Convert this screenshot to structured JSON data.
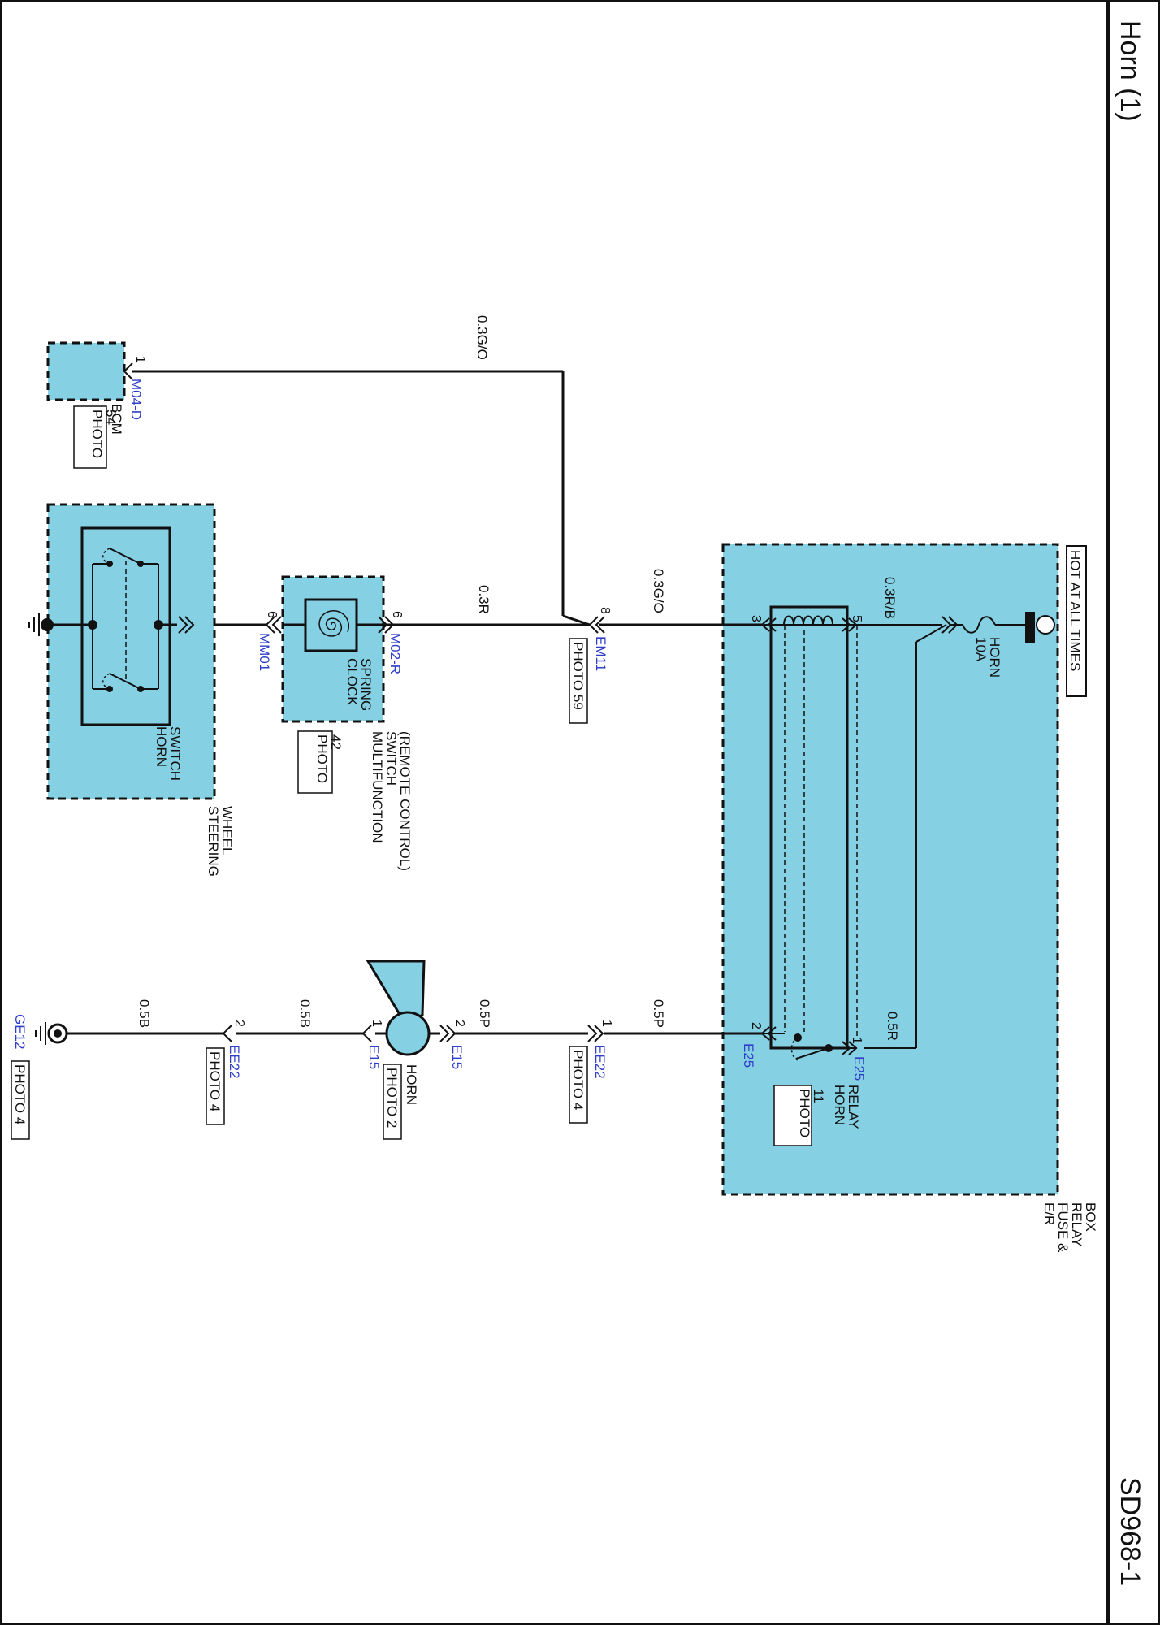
{
  "page": {
    "title": "Horn (1)",
    "code": "SD968-1",
    "hot_label": "HOT AT ALL TIMES",
    "colors": {
      "module_fill": "#86d0e3",
      "connector_text": "#2f3fc9",
      "line": "#111111"
    }
  },
  "fuse": {
    "name": "HORN",
    "rating": "10A"
  },
  "fuse_box": {
    "line1": "E/R",
    "line2": "FUSE &",
    "line3": "RELAY",
    "line4": "BOX"
  },
  "relay": {
    "line1": "HORN",
    "line2": "RELAY",
    "photo_line1": "PHOTO",
    "photo_line2": "11",
    "connector": "E25",
    "pins": [
      "5",
      "3",
      "1",
      "2"
    ]
  },
  "wires": {
    "fuse_relay": "0.3R/B",
    "relay_em11": "0.3G/O",
    "em11_clock": "0.3R",
    "em11_bcm": "0.3G/O",
    "relay_feed": "0.5R",
    "relay_ee22": "0.5P",
    "ee22_horn": "0.5P",
    "horn_ee22": "0.5B",
    "ee22_ground": "0.5B"
  },
  "em11": {
    "connector": "EM11",
    "pin": "8",
    "photo": "PHOTO 59"
  },
  "bcm": {
    "name": "BCM",
    "connector": "M04-D",
    "pin": "1",
    "photo_line1": "PHOTO",
    "photo_line2": "54"
  },
  "multifunction": {
    "line1": "MULTIFUNCTION",
    "line2": "SWITCH",
    "line3": "(REMOTE CONTROL)",
    "photo_line1": "PHOTO",
    "photo_line2": "42",
    "clock_line1": "CLOCK",
    "clock_line2": "SPRING",
    "connector_top": "M02-R",
    "connector_bottom": "MM01",
    "pin": "6"
  },
  "steering": {
    "line1": "STEERING",
    "line2": "WHEEL",
    "switch_line1": "HORN",
    "switch_line2": "SWITCH"
  },
  "ee22": {
    "connector": "EE22",
    "photo": "PHOTO 4",
    "pin_top": "1",
    "pin_bottom": "2"
  },
  "horn": {
    "name": "HORN",
    "photo": "PHOTO 2",
    "connector": "E15",
    "pin_top": "2",
    "pin_bottom": "1"
  },
  "ground": {
    "connector": "GE12",
    "photo": "PHOTO 4"
  }
}
